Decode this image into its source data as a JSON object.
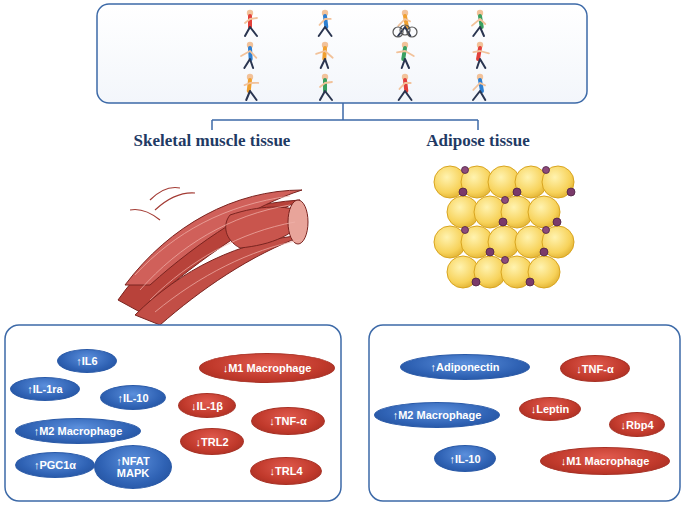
{
  "diagram": {
    "nodes": [
      {
        "text": [
          "↑IL6"
        ]
      },
      {
        "text": [
          "↑IL-1ra"
        ]
      },
      {
        "text": [
          "↑IL-10"
        ]
      },
      {
        "text": [
          "↑M2 Macrophage"
        ]
      },
      {
        "text": [
          "↑PGC1α"
        ]
      },
      {
        "text": [
          "↑NFAT MAPK"
        ]
      },
      {
        "text": [
          "↓M1 Macrophage"
        ]
      },
      {
        "text": [
          "↓IL-1β"
        ]
      },
      {
        "text": [
          "↓TNF-α"
        ]
      },
      {
        "text": [
          "↓TRL2"
        ]
      },
      {
        "text": [
          "↓TRL4"
        ]
      },
      {
        "text": [
          "↑Adiponectin"
        ]
      },
      {
        "text": [
          "↓TNF-α"
        ]
      },
      {
        "text": [
          "↑M2 Macrophage"
        ]
      },
      {
        "text": [
          "↓Leptin"
        ]
      },
      {
        "text": [
          "↓Rbp4"
        ]
      },
      {
        "text": [
          "↑IL-10"
        ]
      },
      {
        "text": [
          "↓M1 Macrophage"
        ]
      }
    ],
    "labels": [
      "Skeletal muscle tissue",
      "Adipose tissue"
    ]
  }
}
